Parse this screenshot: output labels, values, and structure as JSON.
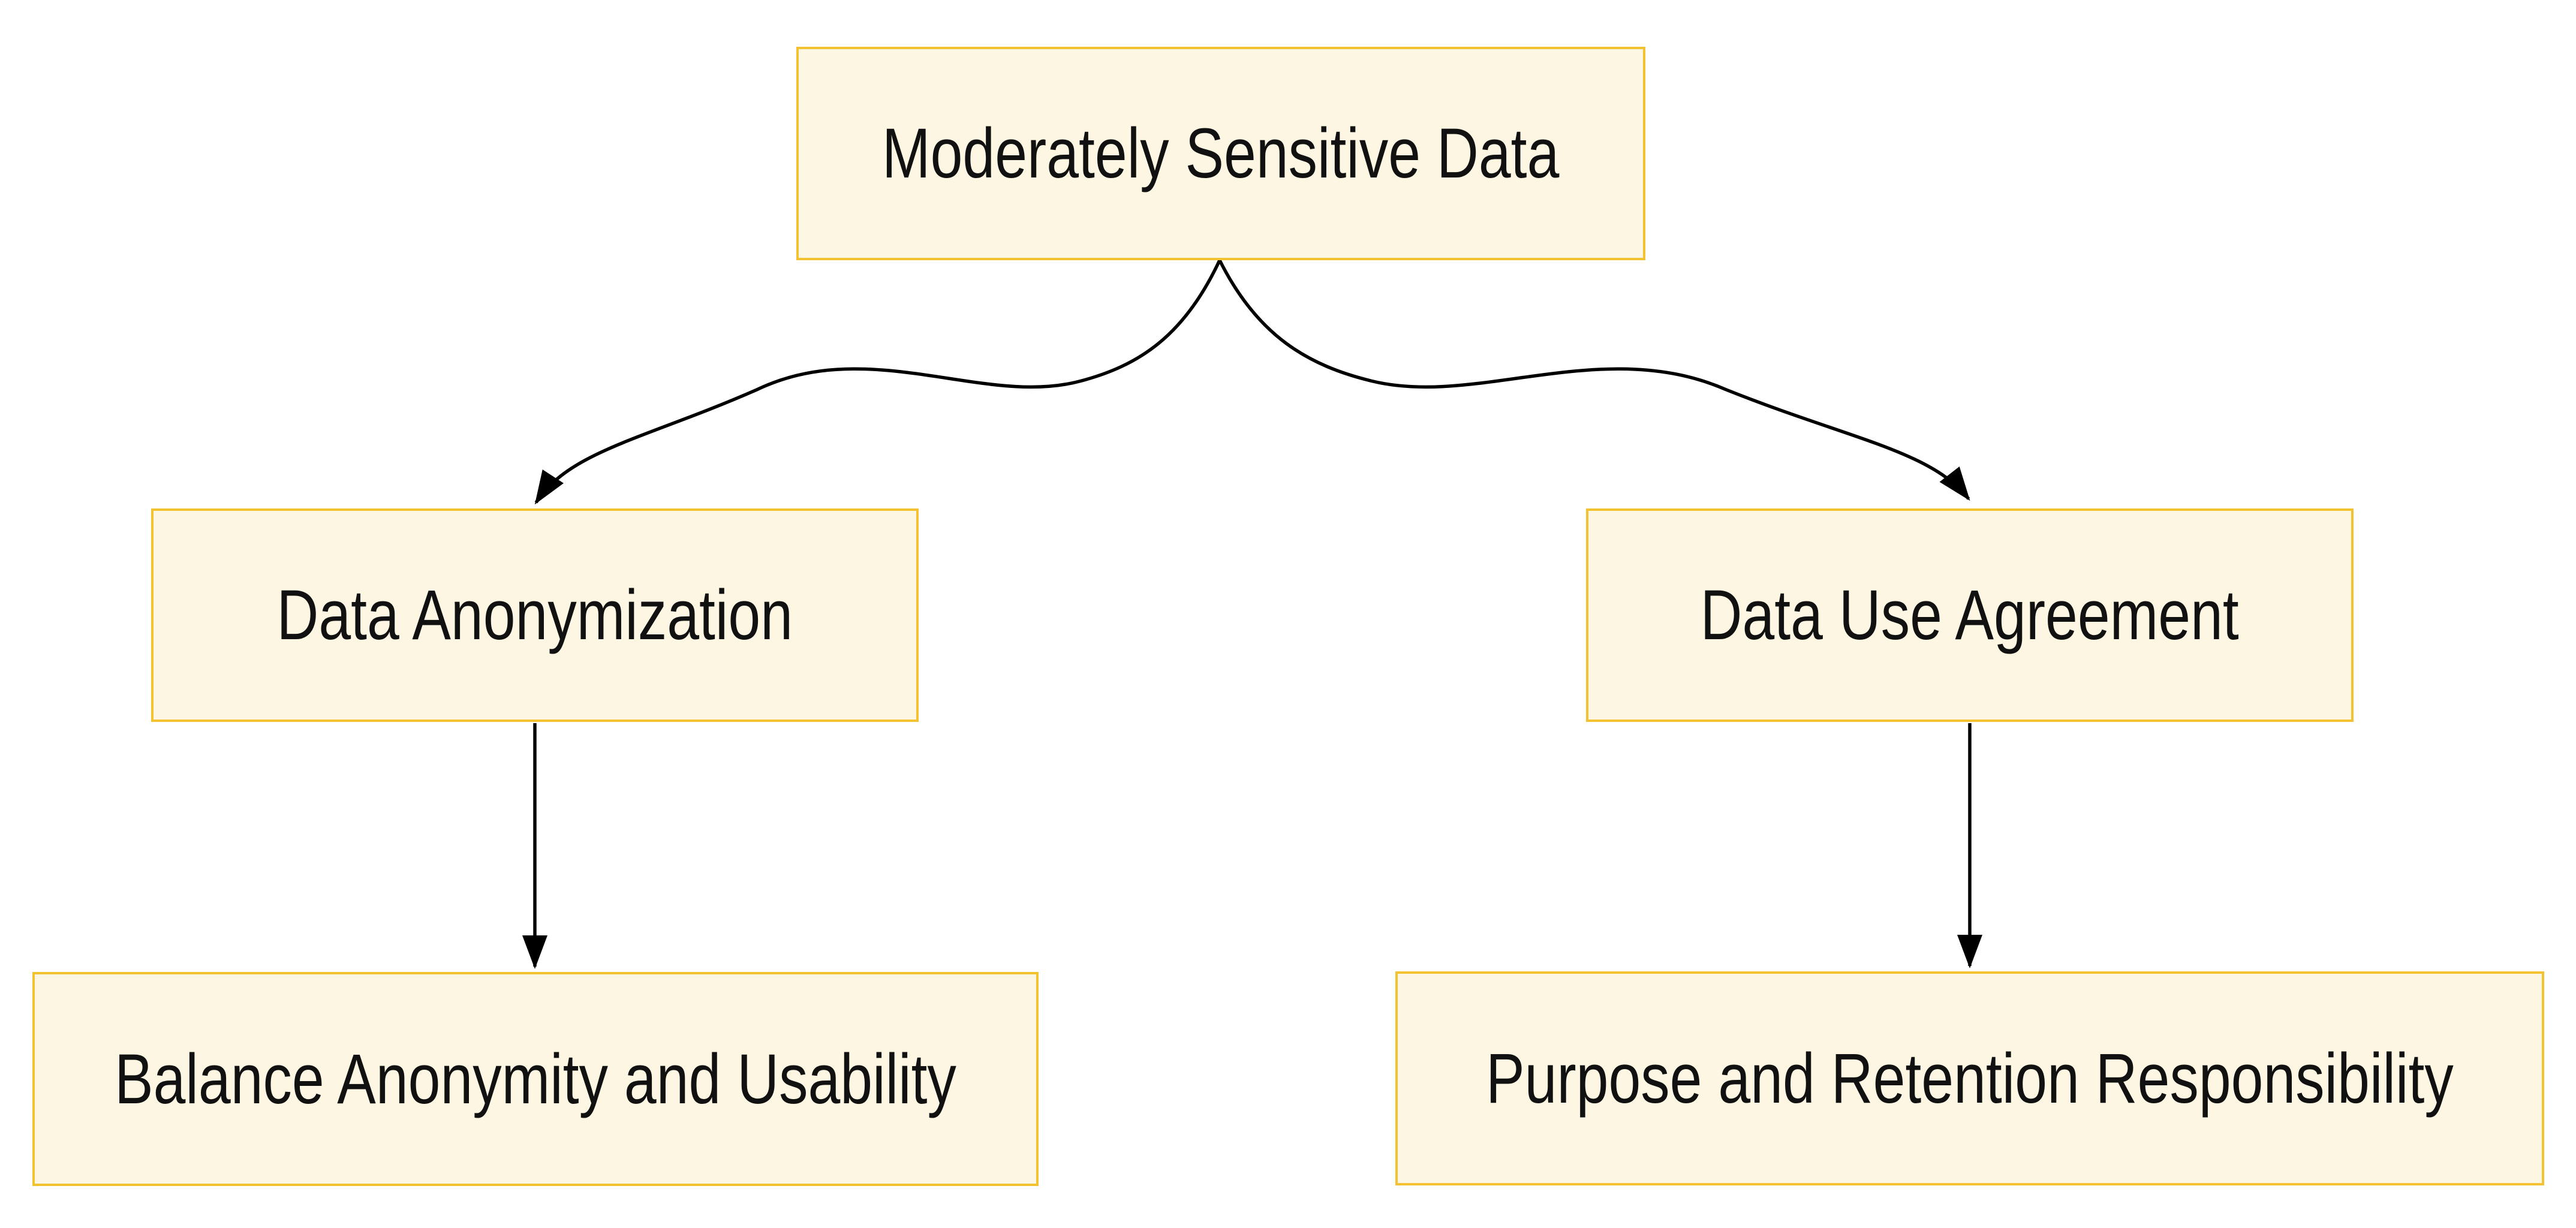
{
  "diagram": {
    "type": "flowchart",
    "direction": "top-down",
    "nodes": [
      {
        "id": "root",
        "label": "Moderately Sensitive Data"
      },
      {
        "id": "anon",
        "label": "Data Anonymization"
      },
      {
        "id": "dua",
        "label": "Data Use Agreement"
      },
      {
        "id": "balance",
        "label": "Balance Anonymity and Usability"
      },
      {
        "id": "purpose",
        "label": "Purpose and Retention Responsibility"
      }
    ],
    "edges": [
      {
        "from": "Moderately Sensitive Data",
        "to": "Data Anonymization",
        "style": "curved",
        "arrow": "filled-triangle"
      },
      {
        "from": "Moderately Sensitive Data",
        "to": "Data Use Agreement",
        "style": "curved",
        "arrow": "filled-triangle"
      },
      {
        "from": "Data Anonymization",
        "to": "Balance Anonymity and Usability",
        "style": "straight",
        "arrow": "filled-triangle"
      },
      {
        "from": "Data Use Agreement",
        "to": "Purpose and Retention Responsibility",
        "style": "straight",
        "arrow": "filled-triangle"
      }
    ],
    "colors": {
      "background": "#FFFFFF",
      "node_fill": "#FDF6E3",
      "node_border": "#F2C230",
      "edge": "#000000",
      "text": "#111111"
    }
  }
}
